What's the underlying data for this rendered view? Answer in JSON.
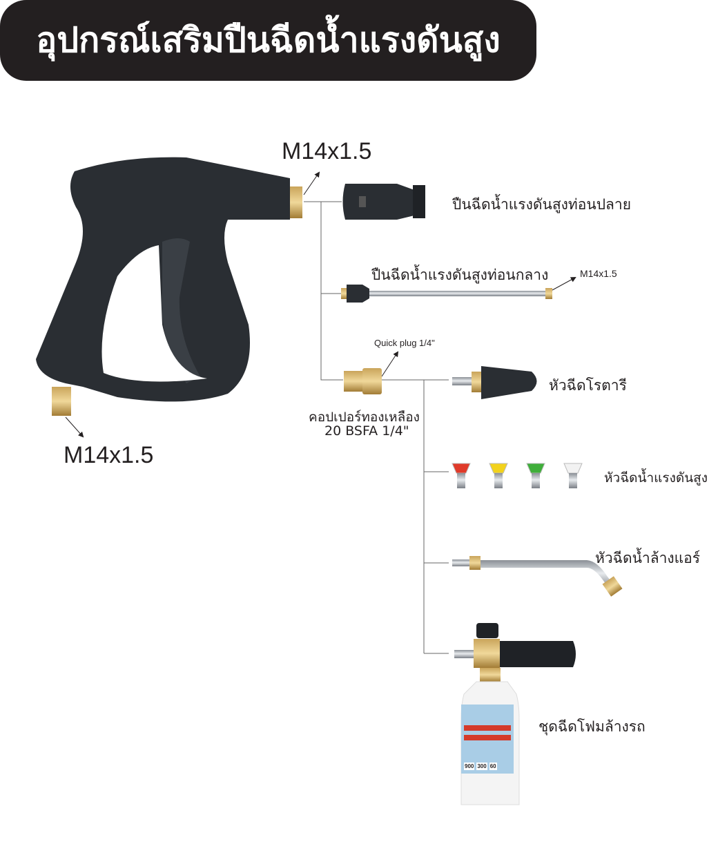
{
  "title": "อุปกรณ์เสริมปืนฉีดน้ำแรงดันสูง",
  "gun": {
    "thread_top": "M14x1.5",
    "thread_bottom": "M14x1.5"
  },
  "items": [
    {
      "name": "ปืนฉีดน้ำแรงดันสูงท่อนปลาย"
    },
    {
      "name": "ปืนฉีดน้ำแรงดันสูงท่อนกลาง",
      "thread": "M14x1.5"
    },
    {
      "name": "คอปเปอร์ทองเหลือง",
      "spec": "20 BSFA 1/4\"",
      "plug": "Quick plug 1/4\""
    },
    {
      "name": "หัวฉีดโรตารี"
    },
    {
      "name": "หัวฉีดน้ำแรงดันสูง",
      "tip_colors": [
        "#e03a2a",
        "#f2d21c",
        "#3fae3a",
        "#f2f2f2"
      ]
    },
    {
      "name": "หัวฉีดน้ำล้างแอร์"
    },
    {
      "name": "ชุดฉีดโฟมล้างรถ",
      "bottle_values": [
        "900",
        "300",
        "60"
      ]
    }
  ]
}
